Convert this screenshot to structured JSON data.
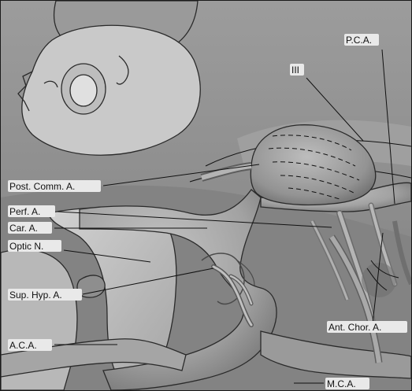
{
  "labels": {
    "pca": "P.C.A.",
    "iii": "III",
    "post_comm_a": "Post. Comm. A.",
    "perf_a": "Perf. A.",
    "car_a": "Car. A.",
    "optic_n": "Optic N.",
    "sup_hyp_a": "Sup. Hyp. A.",
    "ant_chor_a": "Ant. Chor. A.",
    "aca": "A.C.A.",
    "mca": "M.C.A."
  }
}
